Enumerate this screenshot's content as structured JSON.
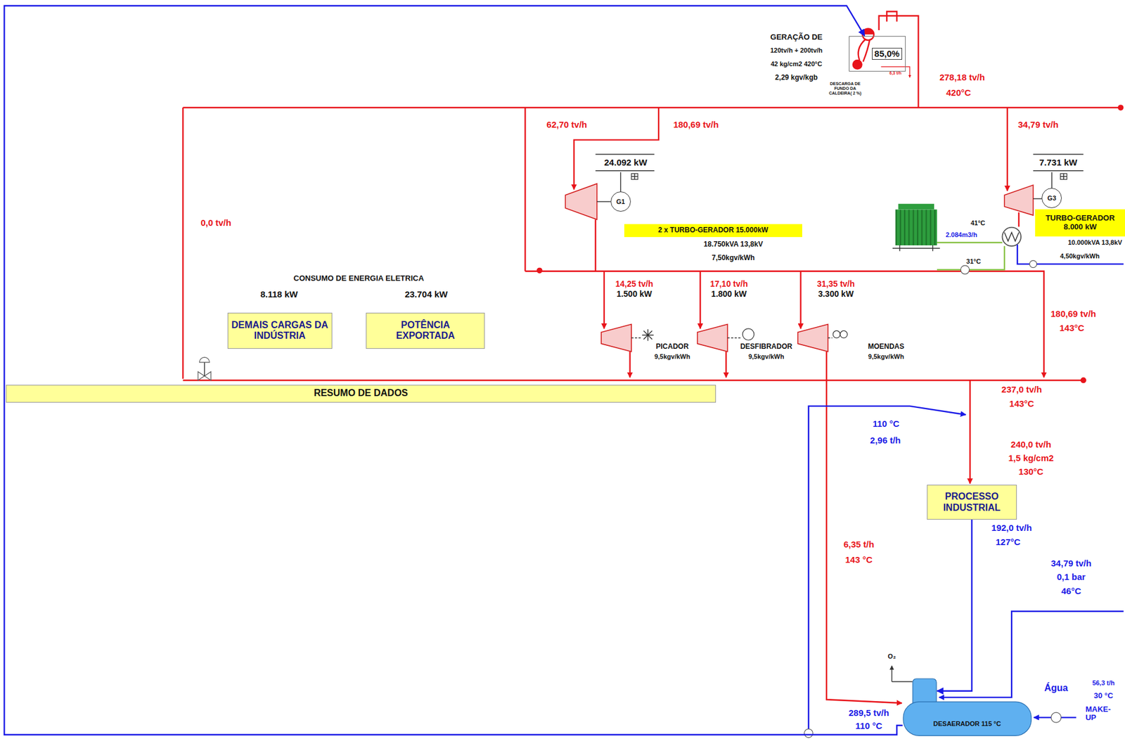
{
  "diagram": {
    "nodes": [
      {
        "text": [
          "85,0%"
        ]
      },
      {
        "text": [
          "G1"
        ]
      },
      {
        "text": [
          "G3"
        ]
      },
      {
        "text": [
          "2 x TURBO-GERADOR 15.000kW"
        ]
      },
      {
        "text": [
          "TURBO-GERADOR 8.000 kW"
        ]
      },
      {
        "text": [
          "DEMAIS CARGAS DA INDÚSTRIA"
        ]
      },
      {
        "text": [
          "POTÊNCIA EXPORTADA"
        ]
      },
      {
        "text": [
          "RESUMO DE DADOS"
        ]
      },
      {
        "text": [
          "PROCESSO INDUSTRIAL"
        ]
      },
      {
        "text": [
          "DESAERADOR 115 °C"
        ]
      }
    ],
    "edges": [
      {
        "from": 8,
        "to": 9,
        "arrow": "to"
      },
      {
        "from": 9,
        "to": 0,
        "arrow": "to"
      }
    ],
    "labels": [
      "GERAÇÃO DE",
      "120tv/h + 200tv/h",
      "42 kg/cm2 420°C",
      "2,29 kgv/kgb",
      "DESCARGA DE FUNDO DA CALDEIRA( 2 %)",
      "6,3 t/h",
      "278,18 tv/h",
      "420°C",
      "62,70 tv/h",
      "180,69 tv/h",
      "24.092 kW",
      "0,0 tv/h",
      "18.750kVA 13,8kV",
      "7,50kgv/kWh",
      "34,79 tv/h",
      "7.731 kW",
      "41°C",
      "2.084m3/h",
      "31°C",
      "10.000kVA 13,8kV",
      "4,50kgv/kWh",
      "CONSUMO DE ENERGIA ELETRICA",
      "8.118 kW",
      "23.704 kW",
      "14,25 tv/h",
      "1.500 kW",
      "17,10 tv/h",
      "1.800 kW",
      "31,35 tv/h",
      "3.300 kW",
      "PICADOR",
      "9,5kgv/kWh",
      "DESFIBRADOR",
      "9,5kgv/kWh",
      "MOENDAS",
      "9,5kgv/kWh",
      "180,69 tv/h",
      "143°C",
      "237,0 tv/h",
      "143°C",
      "110 °C",
      "2,96 t/h",
      "240,0 tv/h",
      "1,5 kg/cm2",
      "130°C",
      "192,0 tv/h",
      "127°C",
      "6,35 t/h",
      "143 °C",
      "34,79 tv/h",
      "0,1 bar",
      "46°C",
      "O₂",
      "289,5 tv/h",
      "110 °C",
      "Água",
      "56,3 t/h",
      "30 °C",
      "MAKE-UP"
    ]
  }
}
